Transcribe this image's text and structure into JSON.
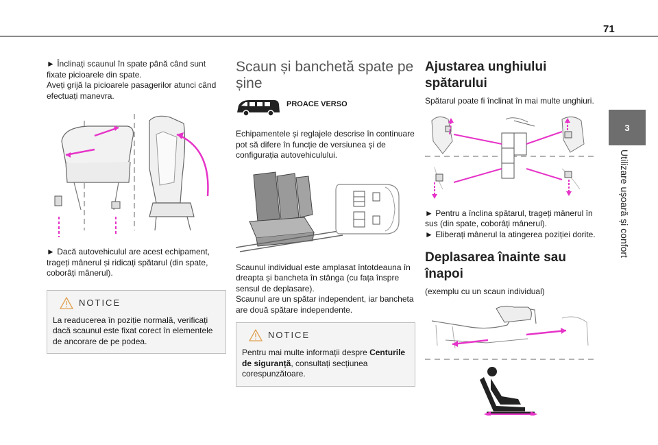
{
  "header": {
    "page_number": "71"
  },
  "chapter": {
    "number": "3",
    "title": "Utilizare ușoară și confort"
  },
  "col1": {
    "para1": "► Înclinați scaunul în spate până când sunt fixate picioarele din spate.",
    "para2": "Aveți grijă la picioarele pasagerilor atunci când efectuați manevra.",
    "para3": "► Dacă autovehiculul are acest echipament, trageți mânerul și ridicați spătarul (din spate, coborâți mânerul).",
    "notice_label": "NOTICE",
    "notice_text": "La readucerea în poziție normală, verificați dacă scaunul este fixat corect în elementele de ancorare de pe podea."
  },
  "col2": {
    "title": "Scaun și banchetă spate pe șine",
    "van_label": "PROACE VERSO",
    "para1": "Echipamentele și reglajele descrise în continuare pot să difere în funcție de versiunea și de configurația autovehiculului.",
    "para2": "Scaunul individual este amplasat întotdeauna în dreapta și bancheta în stânga (cu fața înspre sensul de deplasare).",
    "para3": "Scaunul are un spătar independent, iar bancheta are două spătare independente.",
    "notice_label": "NOTICE",
    "notice_text_before": "Pentru mai multe informații despre ",
    "notice_text_bold": "Centurile de siguranță",
    "notice_text_after": ", consultați secțiunea corespunzătoare."
  },
  "col3": {
    "title1": "Ajustarea unghiului spătarului",
    "para1": "Spătarul poate fi înclinat în mai multe unghiuri.",
    "para2": "► Pentru a înclina spătarul, trageți mânerul în sus (din spate, coborâți mânerul).",
    "para3": "► Eliberați mânerul la atingerea poziției dorite.",
    "title2": "Deplasarea înainte sau înapoi",
    "para4": "(exemplu cu un scaun individual)"
  },
  "colors": {
    "arrow": "#e633c8",
    "chapter_tab": "#6e6e6e",
    "notice_bg": "#f4f4f4"
  }
}
